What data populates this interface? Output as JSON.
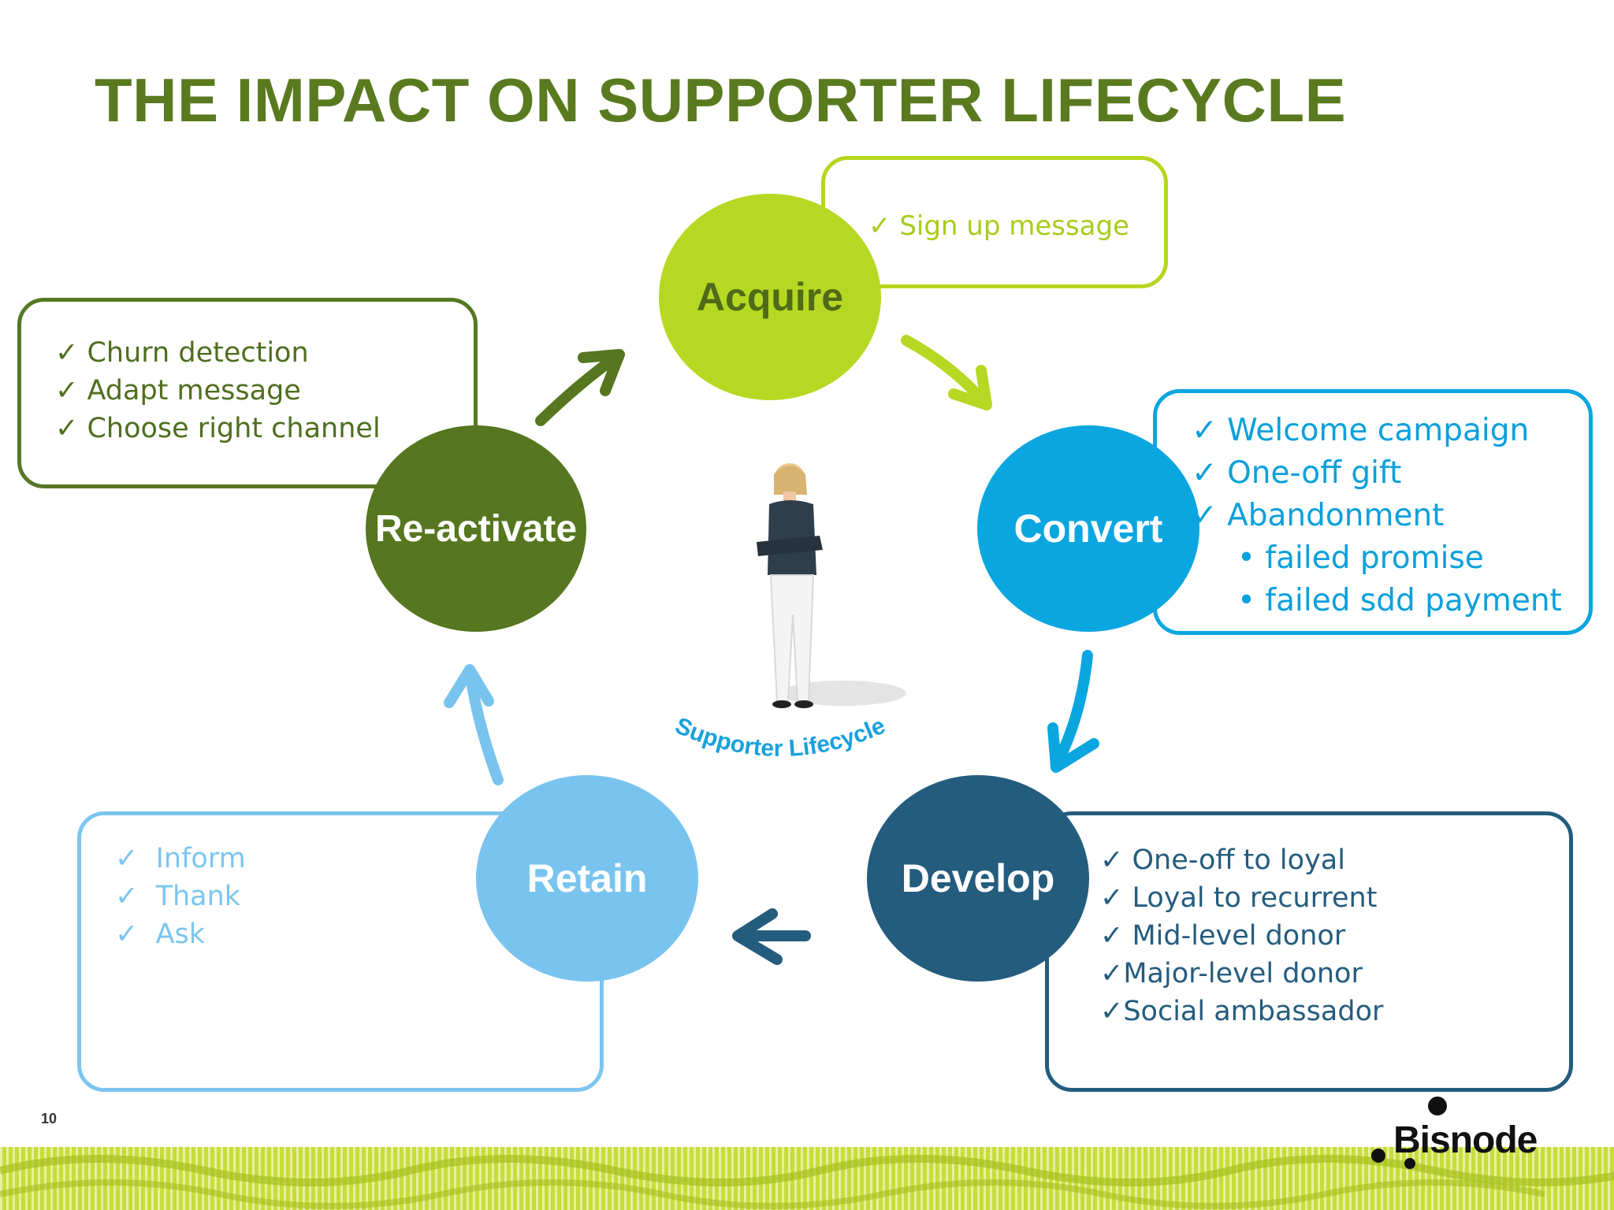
{
  "title": "THE IMPACT ON SUPPORTER LIFECYCLE",
  "stages": {
    "acquire": {
      "label": "Acquire",
      "items": [
        "Sign up message"
      ]
    },
    "convert": {
      "label": "Convert",
      "items": [
        "Welcome campaign",
        "One-off gift",
        "Abandonment"
      ],
      "sub_items": [
        "failed promise",
        "failed sdd payment"
      ]
    },
    "develop": {
      "label": "Develop",
      "items": [
        "One-off to loyal",
        "Loyal to recurrent",
        "Mid-level donor",
        "Major-level donor",
        "Social ambassador"
      ]
    },
    "retain": {
      "label": "Retain",
      "items": [
        "Inform",
        "Thank",
        "Ask"
      ]
    },
    "reactivate": {
      "label": "Re-activate",
      "items": [
        "Churn detection",
        "Adapt message",
        "Choose right channel"
      ]
    }
  },
  "center_label": "Supporter Lifecycle",
  "page_number": "10",
  "logo_text": "Bisnode",
  "check_glyph": "✓",
  "bullet_glyph": "•",
  "colors": {
    "title": "#5a7a1f",
    "acquire": "#b7d823",
    "convert": "#0aa6e0",
    "develop": "#245c7e",
    "retain": "#79c4ef",
    "reactivate": "#56761f"
  }
}
